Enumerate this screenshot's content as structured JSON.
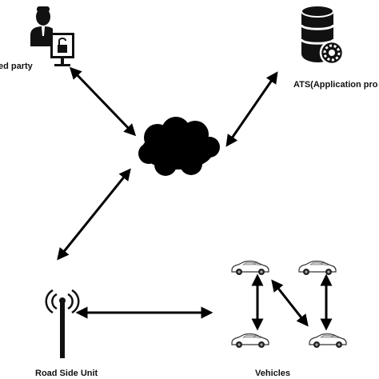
{
  "labels": {
    "trusted_party": "ed party",
    "ats": "ATS(Application pro",
    "road_side_unit": "Road Side Unit",
    "vehicles": "Vehicles"
  },
  "nodes": {
    "trusted_party_icon": "user-with-monitor-lock-icon",
    "ats_icon": "database-gear-icon",
    "network_icon": "cloud-icon",
    "road_side_unit_icon": "antenna-tower-icon",
    "vehicle_icon": "car-icon"
  }
}
